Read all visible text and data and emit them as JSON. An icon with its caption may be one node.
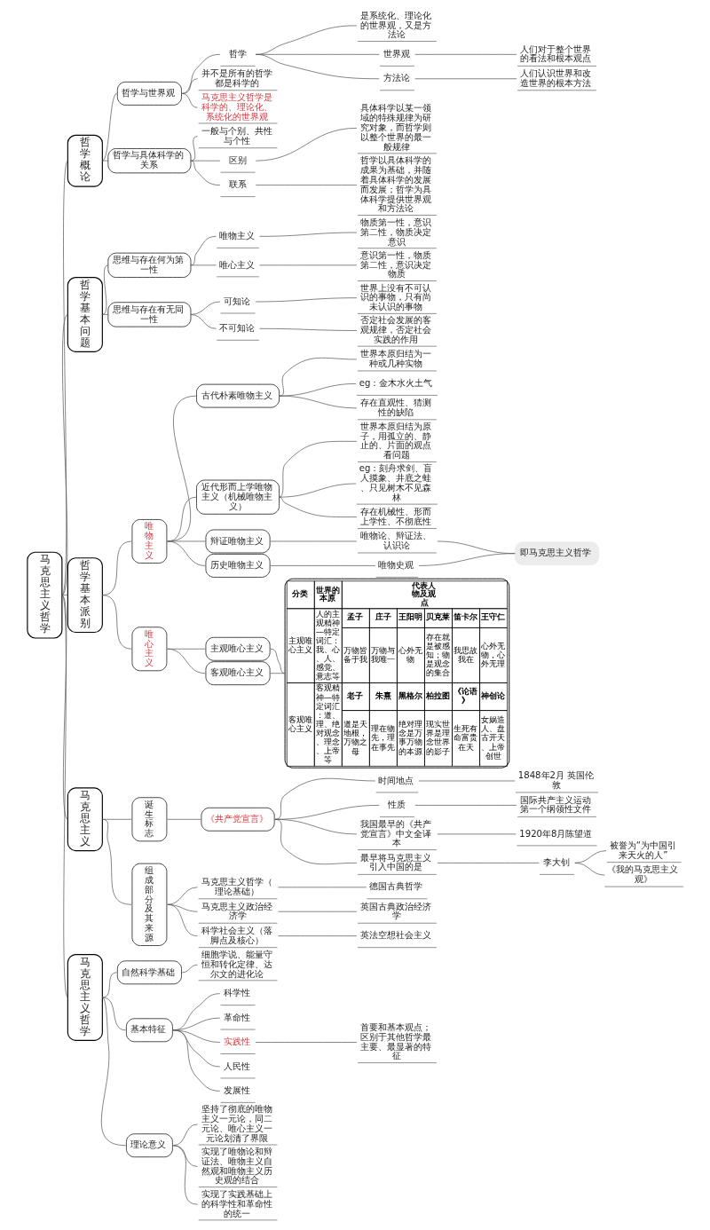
{
  "diagram": {
    "nodes": [
      {
        "text": [
          "马克思主义哲学"
        ]
      },
      {
        "text": [
          "哲学概论"
        ]
      },
      {
        "text": [
          "哲学与世界观"
        ]
      },
      {
        "text": [
          "哲学"
        ]
      },
      {
        "text": [
          "是系统化、理论化的世界观，又是方法论"
        ]
      },
      {
        "text": [
          "世界观"
        ]
      },
      {
        "text": [
          "人们对于整个世界的看法和根本观点"
        ]
      },
      {
        "text": [
          "方法论"
        ]
      },
      {
        "text": [
          "人们认识世界和改造世界的根本方法"
        ]
      },
      {
        "text": [
          "并不是所有的哲学都是科学的"
        ]
      },
      {
        "text": [
          "马克思主义哲学是科学的、理论化、系统化的世界观"
        ]
      },
      {
        "text": [
          "哲学与具体科学的关系"
        ]
      },
      {
        "text": [
          "一般与个别、共性与个性"
        ]
      },
      {
        "text": [
          "区别"
        ]
      },
      {
        "text": [
          "具体科学以某一领域的特殊规律为研究对象，而哲学则以整个世界的最一般规律"
        ]
      },
      {
        "text": [
          "联系"
        ]
      },
      {
        "text": [
          "哲学以具体科学的成果为基础，并随着具体科学的发展而发展；哲学为具体科学提供世界观和方法论"
        ]
      },
      {
        "text": [
          "哲学基本问题"
        ]
      },
      {
        "text": [
          "思维与存在何为第一性"
        ]
      },
      {
        "text": [
          "唯物主义"
        ]
      },
      {
        "text": [
          "物质第一性，意识第二性，物质决定意识"
        ]
      },
      {
        "text": [
          "唯心主义"
        ]
      },
      {
        "text": [
          "意识第一性，物质第二性，意识决定物质"
        ]
      },
      {
        "text": [
          "思维与存在有无同一性"
        ]
      },
      {
        "text": [
          "可知论"
        ]
      },
      {
        "text": [
          "世界上没有不可认识的事物，只有尚未认识的事物"
        ]
      },
      {
        "text": [
          "不可知论"
        ]
      },
      {
        "text": [
          "否定社会发展的客观规律，否定社会实践的作用"
        ]
      },
      {
        "text": [
          "哲学基本派别"
        ]
      },
      {
        "text": [
          "唯物主义"
        ]
      },
      {
        "text": [
          "古代朴素唯物主义"
        ]
      },
      {
        "text": [
          "世界本原归结为一种或几种实物"
        ]
      },
      {
        "text": [
          "eg：金木水火土气"
        ]
      },
      {
        "text": [
          "存在直观性、猜测性的缺陷"
        ]
      },
      {
        "text": [
          "近代形而上学唯物主义（机械唯物主义）"
        ]
      },
      {
        "text": [
          "世界本原归结为原子，用孤立的、静止的、片面的观点看问题"
        ]
      },
      {
        "text": [
          "eg：刻舟求剑、盲人摸象、井底之蛙、只见树木不见森林"
        ]
      },
      {
        "text": [
          "存在机械性、形而上学性、不彻底性"
        ]
      },
      {
        "text": [
          "辩证唯物主义"
        ]
      },
      {
        "text": [
          "唯物论、辩证法、认识论"
        ]
      },
      {
        "text": [
          "历史唯物主义"
        ]
      },
      {
        "text": [
          "唯物史观"
        ]
      },
      {
        "text": [
          "即马克思主义哲学"
        ]
      },
      {
        "text": [
          "唯心主义"
        ]
      },
      {
        "text": [
          "主观唯心主义"
        ]
      },
      {
        "text": [
          "客观唯心主义"
        ]
      },
      {
        "text": [
          "分类",
          "世界的本原",
          "代表人物及观点",
          "主观唯心主义",
          "人的主观精神—特定词汇：我、心、人、感觉、意志等",
          "孟子",
          "庄子",
          "王阳明",
          "贝克莱",
          "笛卡尔",
          "王守仁",
          "万物皆备于我",
          "万物与我唯一",
          "心外无物",
          "存在就是被感知；物是观念的集合",
          "我思故我在",
          "心外无物，心外无理",
          "客观唯心主义",
          "客观精神—特定词汇：道、理、绝对观念、理念、上帝等",
          "老子",
          "朱熹",
          "黑格尔",
          "柏拉图",
          "《论语》",
          "神创论",
          "道是天地根，万物之母",
          "理在物先，理在事先",
          "绝对理念是万事万物的本源",
          "现实世界是理念世界的影子",
          "生死有命富贵在天",
          "女娲造人、盘古开天、上帝创世"
        ]
      },
      {
        "text": [
          "马克思主义"
        ]
      },
      {
        "text": [
          "诞生标志"
        ]
      },
      {
        "text": [
          "《共产党宣言》"
        ]
      },
      {
        "text": [
          "时间地点"
        ]
      },
      {
        "text": [
          "1848年2月 英国伦敦"
        ]
      },
      {
        "text": [
          "性质"
        ]
      },
      {
        "text": [
          "国际共产主义运动第一个纲领性文件"
        ]
      },
      {
        "text": [
          "我国最早的《共产党宣言》中文全译本"
        ]
      },
      {
        "text": [
          "1920年8月陈望道"
        ]
      },
      {
        "text": [
          "最早将马克思主义引入中国的是"
        ]
      },
      {
        "text": [
          "李大钊"
        ]
      },
      {
        "text": [
          "被誉为“为中国引来天火的人”"
        ]
      },
      {
        "text": [
          "《我的马克思主义观》"
        ]
      },
      {
        "text": [
          "组成部分及其来源"
        ]
      },
      {
        "text": [
          "马克思主义哲学（理论基础）"
        ]
      },
      {
        "text": [
          "德国古典哲学"
        ]
      },
      {
        "text": [
          "马克思主义政治经济学"
        ]
      },
      {
        "text": [
          "英国古典政治经济学"
        ]
      },
      {
        "text": [
          "科学社会主义（落脚点及核心）"
        ]
      },
      {
        "text": [
          "英法空想社会主义"
        ]
      },
      {
        "text": [
          "马克思主义哲学"
        ]
      },
      {
        "text": [
          "自然科学基础"
        ]
      },
      {
        "text": [
          "细胞学说、能量守恒和转化定律、达尔文的进化论"
        ]
      },
      {
        "text": [
          "基本特征"
        ]
      },
      {
        "text": [
          "科学性"
        ]
      },
      {
        "text": [
          "革命性"
        ]
      },
      {
        "text": [
          "实践性"
        ]
      },
      {
        "text": [
          "首要和基本观点；区别于其他哲学最主要、最显著的特征"
        ]
      },
      {
        "text": [
          "人民性"
        ]
      },
      {
        "text": [
          "发展性"
        ]
      },
      {
        "text": [
          "理论意义"
        ]
      },
      {
        "text": [
          "坚持了彻底的唯物主义一元论，同二元论、唯心主义一元论划清了界限"
        ]
      },
      {
        "text": [
          "实现了唯物论和辩证法、唯物主义自然观和唯物主义历史观的结合"
        ]
      },
      {
        "text": [
          "实现了实践基础上的科学性和革命性的统一"
        ]
      }
    ],
    "edges": [
      {
        "from": 0,
        "to": 1,
        "arrow": "none"
      },
      {
        "from": 1,
        "to": 2,
        "arrow": "none"
      },
      {
        "from": 2,
        "to": 3,
        "arrow": "none"
      },
      {
        "from": 3,
        "to": 4,
        "arrow": "none"
      },
      {
        "from": 3,
        "to": 5,
        "arrow": "none"
      },
      {
        "from": 5,
        "to": 6,
        "arrow": "none"
      },
      {
        "from": 3,
        "to": 7,
        "arrow": "none"
      },
      {
        "from": 7,
        "to": 8,
        "arrow": "none"
      },
      {
        "from": 2,
        "to": 9,
        "arrow": "none"
      },
      {
        "from": 2,
        "to": 10,
        "arrow": "none"
      },
      {
        "from": 1,
        "to": 11,
        "arrow": "none"
      },
      {
        "from": 11,
        "to": 12,
        "arrow": "none"
      },
      {
        "from": 11,
        "to": 13,
        "arrow": "none"
      },
      {
        "from": 13,
        "to": 14,
        "arrow": "none"
      },
      {
        "from": 11,
        "to": 15,
        "arrow": "none"
      },
      {
        "from": 15,
        "to": 16,
        "arrow": "none"
      },
      {
        "from": 0,
        "to": 17,
        "arrow": "none"
      },
      {
        "from": 17,
        "to": 18,
        "arrow": "none"
      },
      {
        "from": 18,
        "to": 19,
        "arrow": "none"
      },
      {
        "from": 19,
        "to": 20,
        "arrow": "none"
      },
      {
        "from": 18,
        "to": 21,
        "arrow": "none"
      },
      {
        "from": 21,
        "to": 22,
        "arrow": "none"
      },
      {
        "from": 17,
        "to": 23,
        "arrow": "none"
      },
      {
        "from": 23,
        "to": 24,
        "arrow": "none"
      },
      {
        "from": 24,
        "to": 25,
        "arrow": "none"
      },
      {
        "from": 23,
        "to": 26,
        "arrow": "none"
      },
      {
        "from": 26,
        "to": 27,
        "arrow": "none"
      },
      {
        "from": 0,
        "to": 28,
        "arrow": "none"
      },
      {
        "from": 28,
        "to": 29,
        "arrow": "none"
      },
      {
        "from": 29,
        "to": 30,
        "arrow": "none"
      },
      {
        "from": 30,
        "to": 31,
        "arrow": "none"
      },
      {
        "from": 30,
        "to": 32,
        "arrow": "none"
      },
      {
        "from": 30,
        "to": 33,
        "arrow": "none"
      },
      {
        "from": 29,
        "to": 34,
        "arrow": "none"
      },
      {
        "from": 34,
        "to": 35,
        "arrow": "none"
      },
      {
        "from": 34,
        "to": 36,
        "arrow": "none"
      },
      {
        "from": 34,
        "to": 37,
        "arrow": "none"
      },
      {
        "from": 29,
        "to": 38,
        "arrow": "none"
      },
      {
        "from": 38,
        "to": 39,
        "arrow": "none"
      },
      {
        "from": 29,
        "to": 40,
        "arrow": "none"
      },
      {
        "from": 40,
        "to": 41,
        "arrow": "none"
      },
      {
        "from": 39,
        "to": 42,
        "arrow": "none"
      },
      {
        "from": 41,
        "to": 42,
        "arrow": "none"
      },
      {
        "from": 28,
        "to": 43,
        "arrow": "none"
      },
      {
        "from": 43,
        "to": 44,
        "arrow": "none"
      },
      {
        "from": 43,
        "to": 45,
        "arrow": "none"
      },
      {
        "from": 44,
        "to": 46,
        "arrow": "none"
      },
      {
        "from": 45,
        "to": 46,
        "arrow": "none"
      },
      {
        "from": 0,
        "to": 47,
        "arrow": "none"
      },
      {
        "from": 47,
        "to": 48,
        "arrow": "none"
      },
      {
        "from": 48,
        "to": 49,
        "arrow": "none"
      },
      {
        "from": 49,
        "to": 50,
        "arrow": "none"
      },
      {
        "from": 50,
        "to": 51,
        "arrow": "none"
      },
      {
        "from": 49,
        "to": 52,
        "arrow": "none"
      },
      {
        "from": 52,
        "to": 53,
        "arrow": "none"
      },
      {
        "from": 49,
        "to": 54,
        "arrow": "none"
      },
      {
        "from": 54,
        "to": 55,
        "arrow": "none"
      },
      {
        "from": 49,
        "to": 56,
        "arrow": "none"
      },
      {
        "from": 56,
        "to": 57,
        "arrow": "none"
      },
      {
        "from": 57,
        "to": 58,
        "arrow": "none"
      },
      {
        "from": 57,
        "to": 59,
        "arrow": "none"
      },
      {
        "from": 47,
        "to": 60,
        "arrow": "none"
      },
      {
        "from": 60,
        "to": 61,
        "arrow": "none"
      },
      {
        "from": 61,
        "to": 62,
        "arrow": "none"
      },
      {
        "from": 60,
        "to": 63,
        "arrow": "none"
      },
      {
        "from": 63,
        "to": 64,
        "arrow": "none"
      },
      {
        "from": 60,
        "to": 65,
        "arrow": "none"
      },
      {
        "from": 65,
        "to": 66,
        "arrow": "none"
      },
      {
        "from": 0,
        "to": 67,
        "arrow": "none"
      },
      {
        "from": 67,
        "to": 68,
        "arrow": "none"
      },
      {
        "from": 68,
        "to": 69,
        "arrow": "none"
      },
      {
        "from": 67,
        "to": 70,
        "arrow": "none"
      },
      {
        "from": 70,
        "to": 71,
        "arrow": "none"
      },
      {
        "from": 70,
        "to": 72,
        "arrow": "none"
      },
      {
        "from": 70,
        "to": 73,
        "arrow": "none"
      },
      {
        "from": 73,
        "to": 74,
        "arrow": "none"
      },
      {
        "from": 70,
        "to": 75,
        "arrow": "none"
      },
      {
        "from": 70,
        "to": 76,
        "arrow": "none"
      },
      {
        "from": 67,
        "to": 77,
        "arrow": "none"
      },
      {
        "from": 77,
        "to": 78,
        "arrow": "none"
      },
      {
        "from": 77,
        "to": 79,
        "arrow": "none"
      },
      {
        "from": 77,
        "to": 80,
        "arrow": "none"
      }
    ]
  }
}
